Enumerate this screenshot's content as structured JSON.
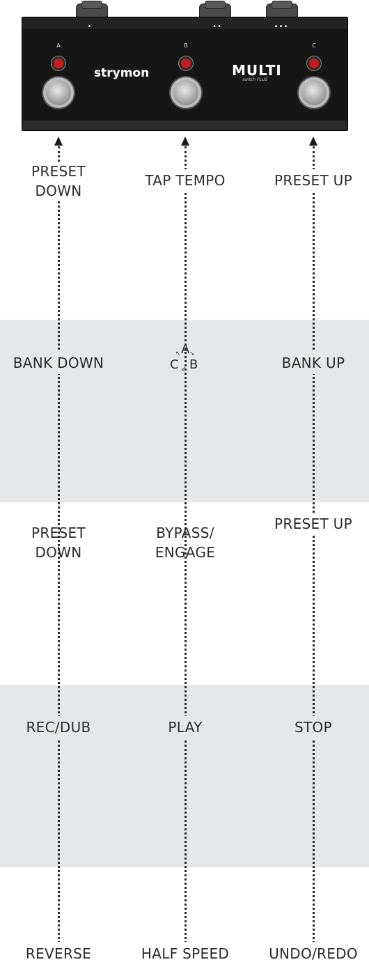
{
  "pedal": {
    "brand": "strymon",
    "model": "MULTI",
    "model_sub": "switch PLUS",
    "switches": [
      {
        "letter": "A",
        "dots": "•"
      },
      {
        "letter": "B",
        "dots": "••"
      },
      {
        "letter": "C",
        "dots": "•••"
      }
    ]
  },
  "rows": [
    {
      "left": [
        "PRESET",
        "DOWN"
      ],
      "center": [
        "TAP TEMPO"
      ],
      "right": [
        "PRESET UP"
      ]
    },
    {
      "left": [
        "BANK DOWN"
      ],
      "center_cycle": {
        "a": "A",
        "b": "B",
        "c": "C"
      },
      "right": [
        "BANK UP"
      ]
    },
    {
      "left": [
        "PRESET",
        "DOWN"
      ],
      "center": [
        "BYPASS/",
        "ENGAGE"
      ],
      "right": [
        "PRESET UP"
      ]
    },
    {
      "left": [
        "REC/DUB"
      ],
      "center": [
        "PLAY"
      ],
      "right": [
        "STOP"
      ]
    },
    {
      "left": [
        "REVERSE"
      ],
      "center": [
        "HALF SPEED"
      ],
      "right": [
        "UNDO/REDO"
      ]
    }
  ]
}
